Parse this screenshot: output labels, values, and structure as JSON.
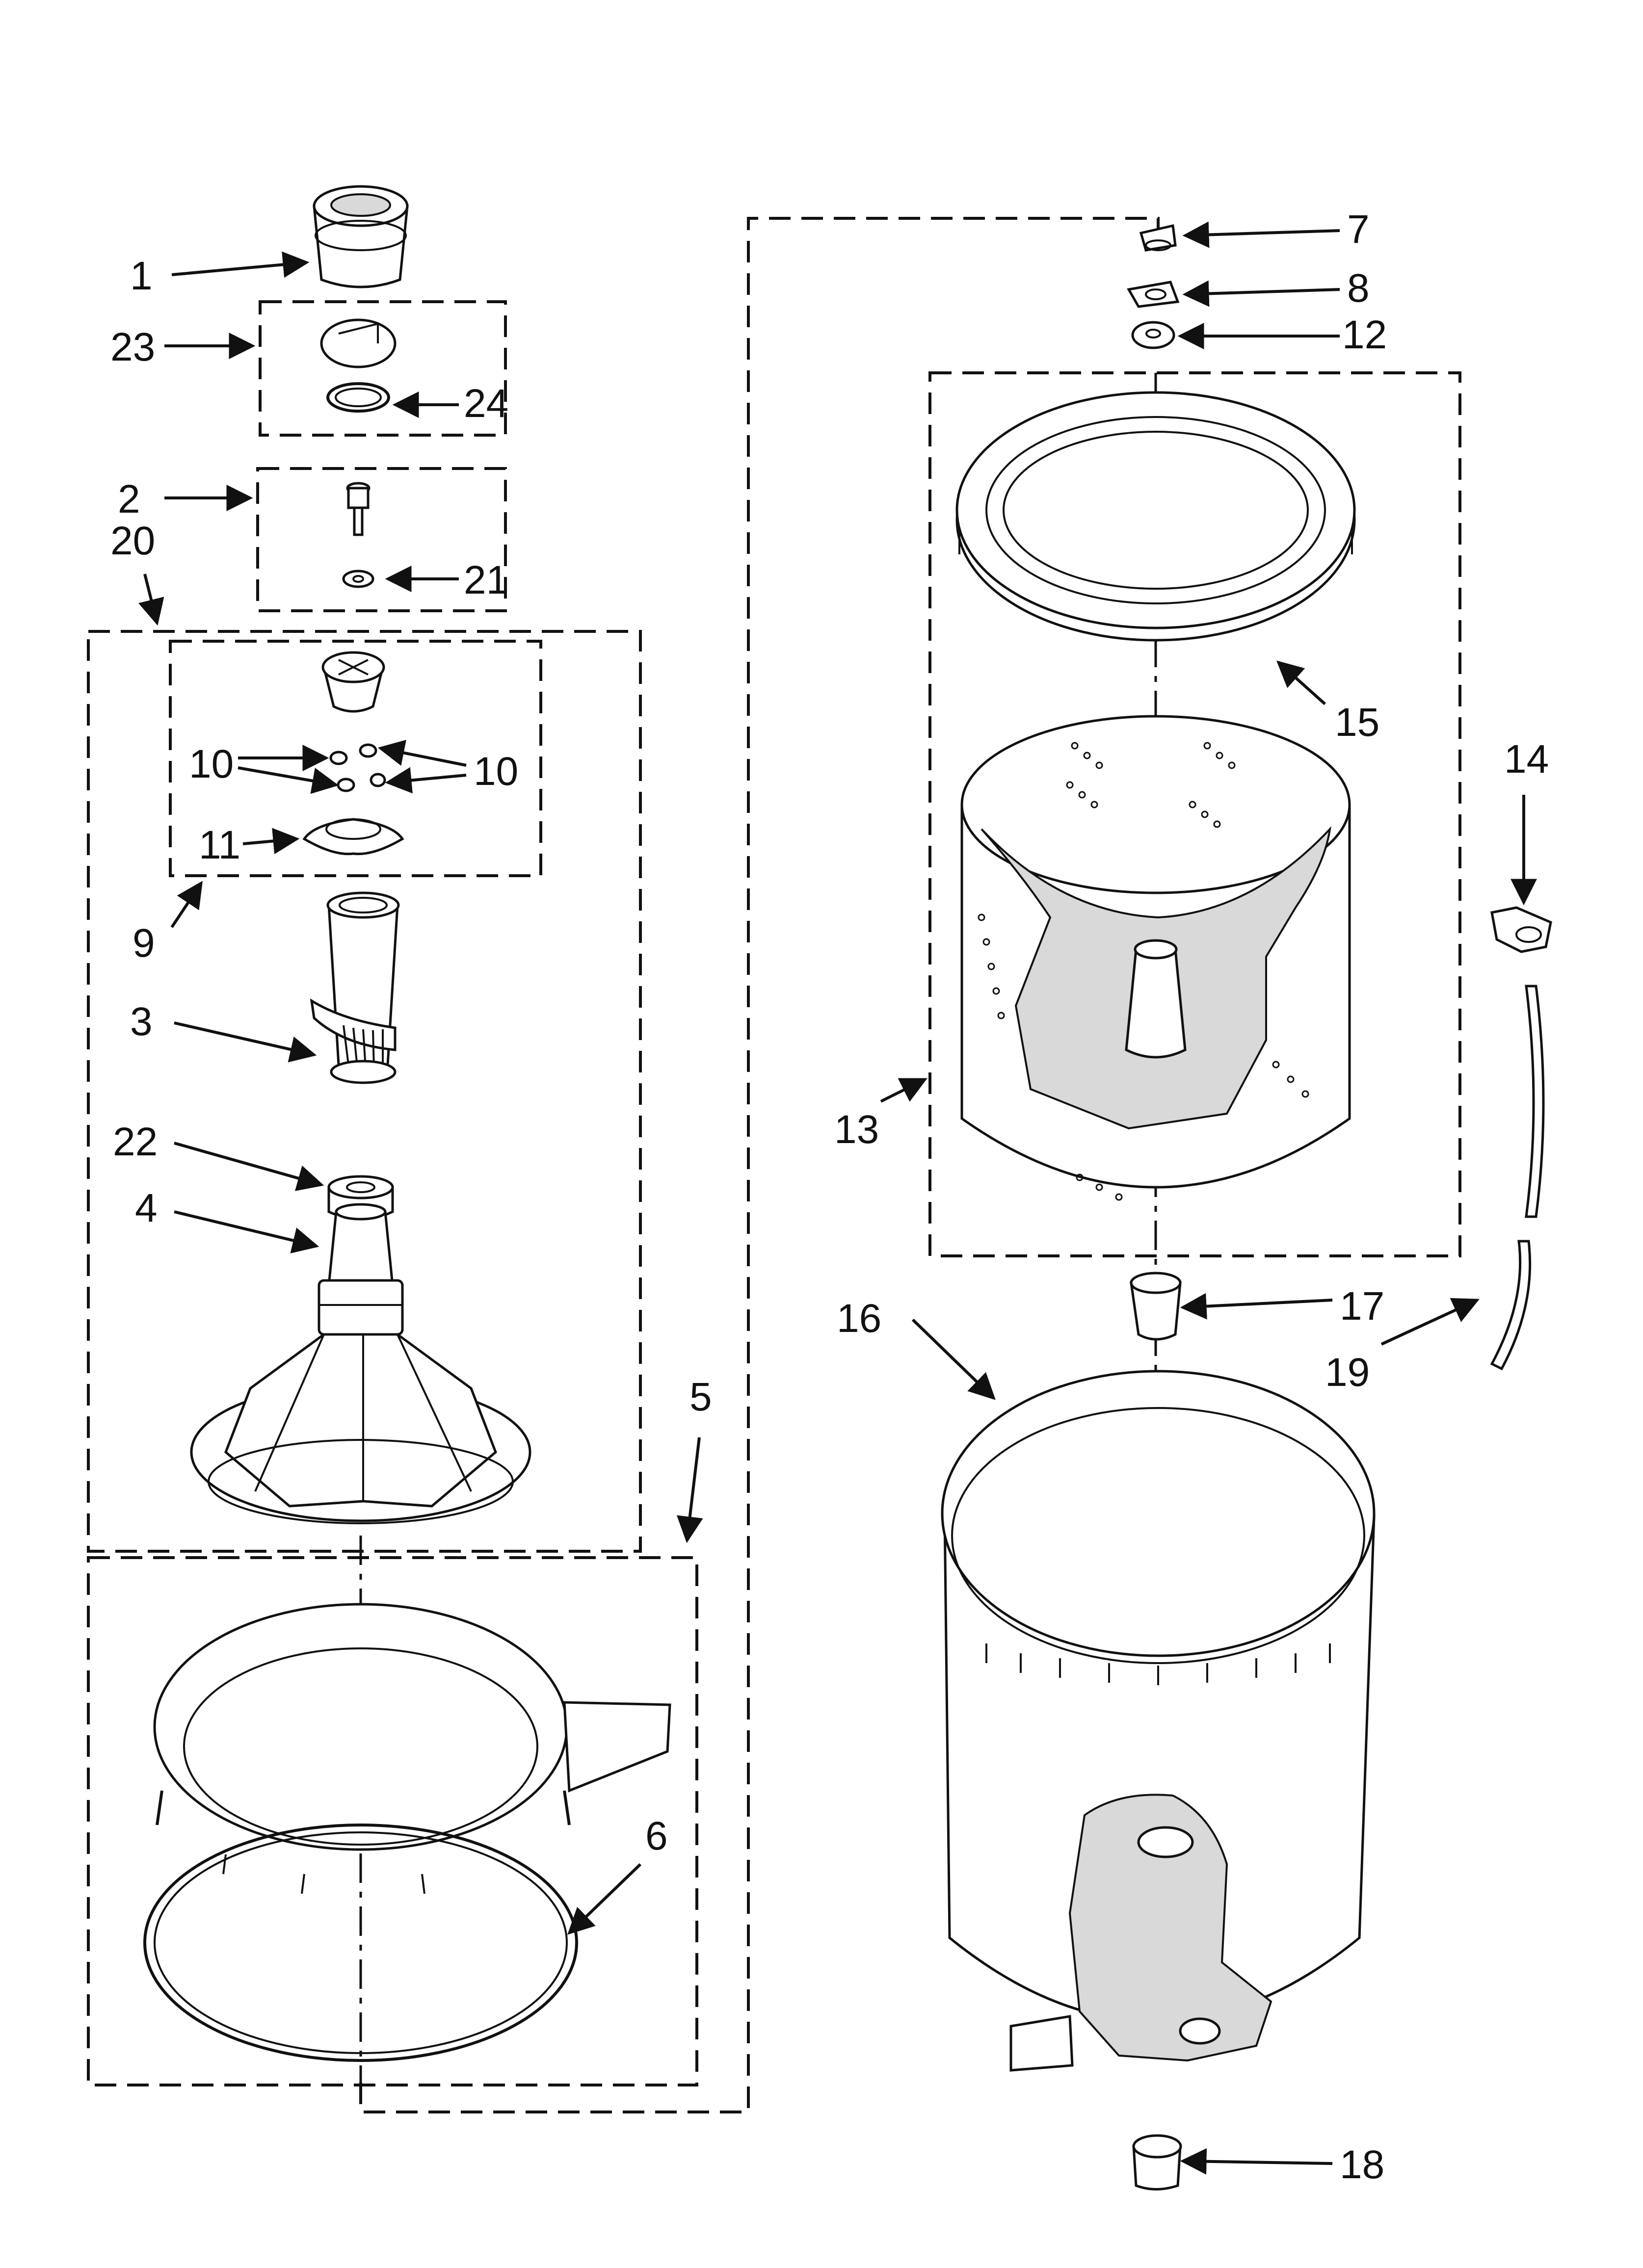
{
  "diagram": {
    "parts": [
      {
        "id": "1"
      },
      {
        "id": "2"
      },
      {
        "id": "3"
      },
      {
        "id": "4"
      },
      {
        "id": "5"
      },
      {
        "id": "6"
      },
      {
        "id": "7"
      },
      {
        "id": "8"
      },
      {
        "id": "9"
      },
      {
        "id": "10a",
        "label": "10"
      },
      {
        "id": "10b",
        "label": "10"
      },
      {
        "id": "11"
      },
      {
        "id": "12"
      },
      {
        "id": "13"
      },
      {
        "id": "14"
      },
      {
        "id": "15"
      },
      {
        "id": "16"
      },
      {
        "id": "17"
      },
      {
        "id": "18"
      },
      {
        "id": "19"
      },
      {
        "id": "20"
      },
      {
        "id": "21"
      },
      {
        "id": "22"
      },
      {
        "id": "23"
      },
      {
        "id": "24"
      }
    ]
  },
  "labels": {
    "p1": "1",
    "p2": "2",
    "p3": "3",
    "p4": "4",
    "p5": "5",
    "p6": "6",
    "p7": "7",
    "p8": "8",
    "p9": "9",
    "p10a": "10",
    "p10b": "10",
    "p11": "11",
    "p12": "12",
    "p13": "13",
    "p14": "14",
    "p15": "15",
    "p16": "16",
    "p17": "17",
    "p18": "18",
    "p19": "19",
    "p20": "20",
    "p21": "21",
    "p22": "22",
    "p23": "23",
    "p24": "24"
  }
}
